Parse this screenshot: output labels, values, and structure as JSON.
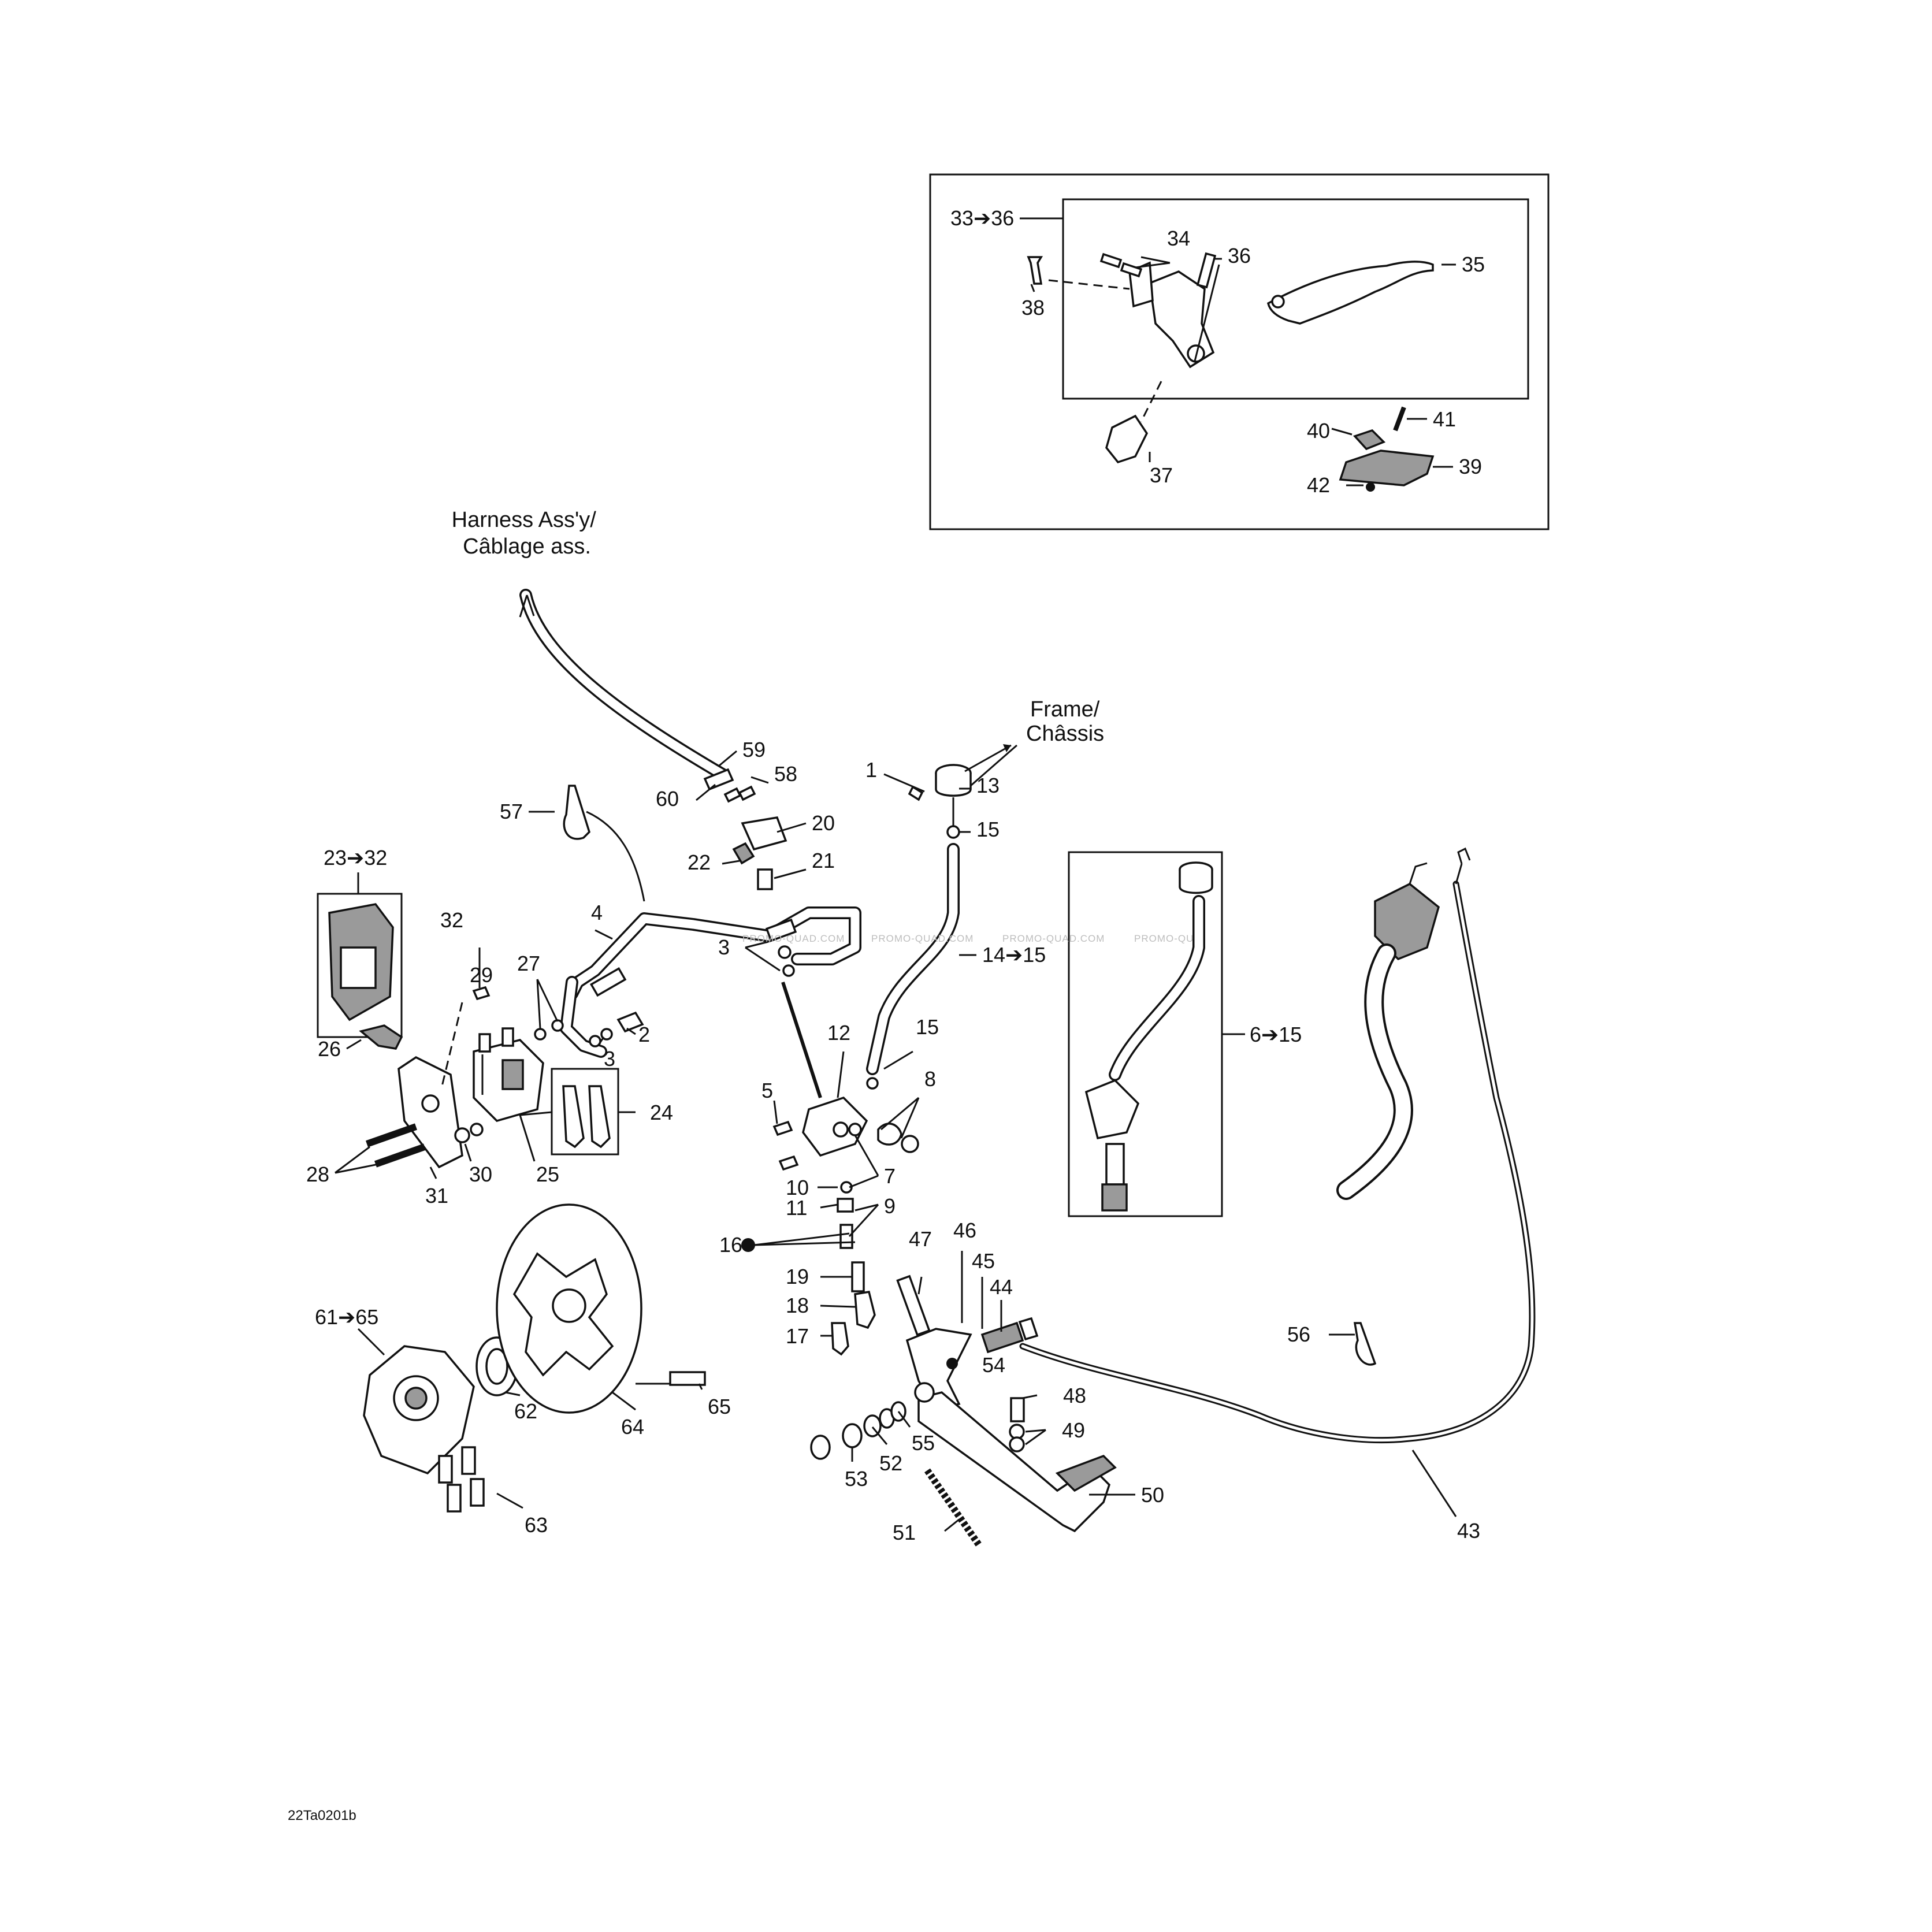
{
  "drawing_code": "22Ta0201b",
  "notes": {
    "harness": "Harness Ass'y/\nCâblage ass.",
    "frame": "Frame/\nChâssis"
  },
  "watermark": [
    "PROMO-QUAD.COM",
    "PROMO-QUAD.COM",
    "PROMO-QUAD.COM",
    "PROMO-QU"
  ],
  "callouts": {
    "r33_36": "33➔36",
    "c34": "34",
    "c36": "36",
    "c35": "35",
    "c38": "38",
    "c37": "37",
    "c40": "40",
    "c41": "41",
    "c39": "39",
    "c42": "42",
    "c59": "59",
    "c58": "58",
    "c60": "60",
    "c57": "57",
    "c20": "20",
    "c22": "22",
    "c21": "21",
    "c1": "1",
    "c13": "13",
    "c15a": "15",
    "r14_15": "14➔15",
    "c15b": "15",
    "r23_32": "23➔32",
    "c32": "32",
    "c4": "4",
    "c3a": "3",
    "c27": "27",
    "c29": "29",
    "c2": "2",
    "c3b": "3",
    "c26": "26",
    "c24": "24",
    "c28": "28",
    "c31": "31",
    "c30": "30",
    "c25": "25",
    "c12": "12",
    "c5": "5",
    "c8": "8",
    "c7": "7",
    "c10": "10",
    "c11": "11",
    "c9": "9",
    "c16": "16",
    "c19": "19",
    "c18": "18",
    "c17": "17",
    "r6_15": "6➔15",
    "r61_65": "61➔65",
    "c62": "62",
    "c64": "64",
    "c65": "65",
    "c63": "63",
    "c47": "47",
    "c46": "46",
    "c45": "45",
    "c44": "44",
    "c54": "54",
    "c48": "48",
    "c49": "49",
    "c55": "55",
    "c52": "52",
    "c53": "53",
    "c50": "50",
    "c51": "51",
    "c56": "56",
    "c43": "43"
  }
}
